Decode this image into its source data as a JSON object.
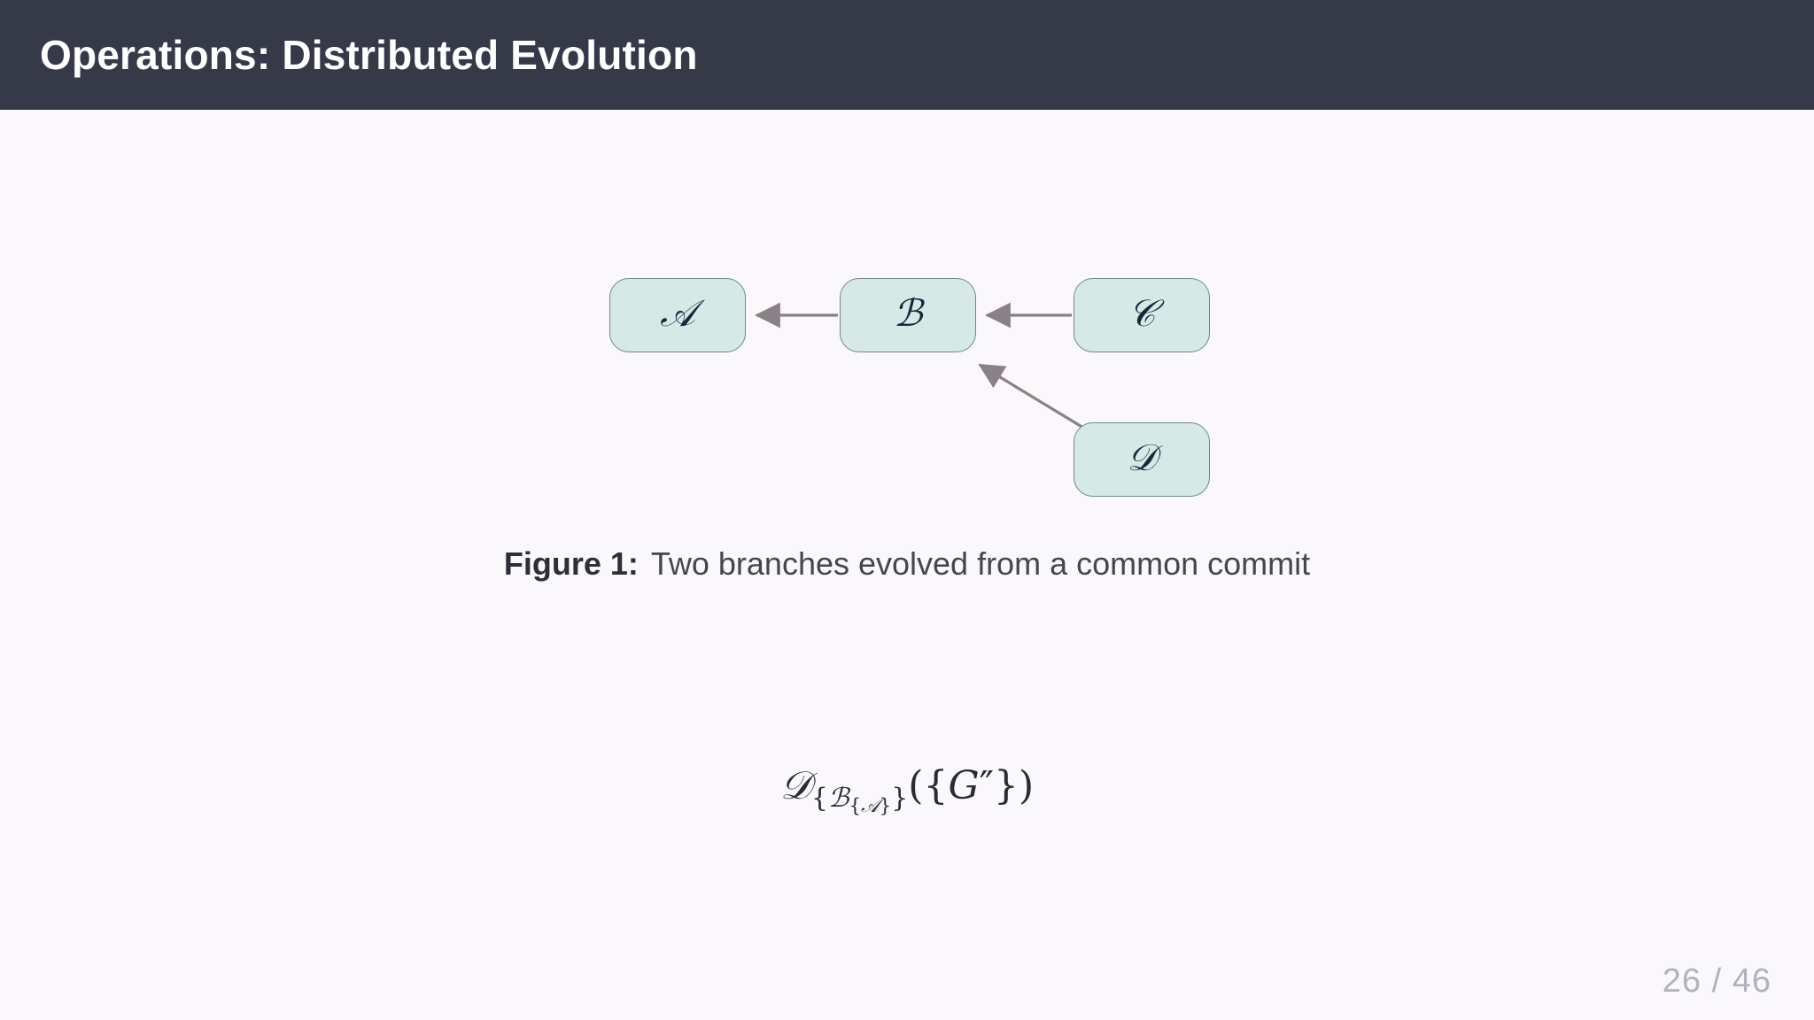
{
  "header": {
    "title": "Operations: Distributed Evolution",
    "background_color": "#353948",
    "text_color": "#ffffff"
  },
  "slide": {
    "background_color": "#faf8fb"
  },
  "diagram": {
    "node_fill": "#d6e9e6",
    "node_border": "#6d8a88",
    "node_text_color": "#16293a",
    "edge_color": "#8a8186",
    "nodes": [
      {
        "id": "A",
        "label": "𝒜"
      },
      {
        "id": "B",
        "label": "ℬ"
      },
      {
        "id": "C",
        "label": "𝒞"
      },
      {
        "id": "D",
        "label": "𝒟"
      }
    ],
    "edges": [
      {
        "from": "B",
        "to": "A"
      },
      {
        "from": "C",
        "to": "B"
      },
      {
        "from": "D",
        "to": "B"
      }
    ]
  },
  "figure": {
    "label": "Figure 1:",
    "caption": "Two branches evolved from a common commit"
  },
  "formula": {
    "base": "𝒟",
    "sub_open": "{",
    "sub_symbol": "ℬ",
    "sub_inner_open": "{",
    "sub_inner_symbol": "𝒜",
    "sub_inner_close": "}",
    "sub_close": "}",
    "arg_open": "(",
    "arg_brace_open": "{",
    "arg_symbol": "G",
    "arg_primes": "″",
    "arg_brace_close": "}",
    "arg_close": ")",
    "plain": "𝒟_{ℬ_{𝒜}}({G″})"
  },
  "footer": {
    "page_current": "26",
    "page_separator": "/",
    "page_total": "46",
    "page_display": "26 / 46",
    "color": "#b2b2be"
  }
}
